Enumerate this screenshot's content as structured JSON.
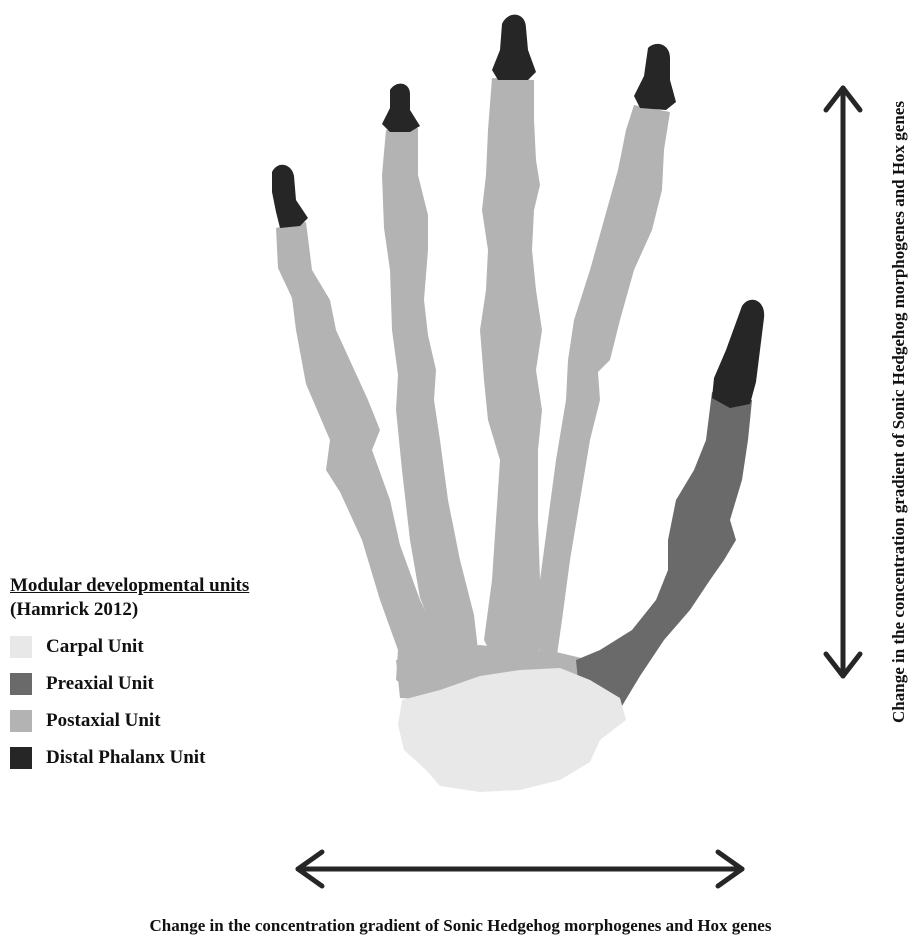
{
  "legend": {
    "title": "Modular developmental units",
    "subtitle": "(Hamrick 2012)",
    "items": [
      {
        "label": "Carpal Unit",
        "color": "#e8e8e8"
      },
      {
        "label": "Preaxial Unit",
        "color": "#6a6a6a"
      },
      {
        "label": "Postaxial Unit",
        "color": "#b3b3b3"
      },
      {
        "label": "Distal Phalanx Unit",
        "color": "#262626"
      }
    ]
  },
  "captions": {
    "horizontal": "Change in the concentration gradient of Sonic Hedgehog morphogenes and Hox genes",
    "vertical": "Change in the concentration gradient of Sonic Hedgehog morphogenes and Hox genes"
  },
  "colors": {
    "carpal": "#e8e8e8",
    "preaxial": "#6a6a6a",
    "postaxial": "#b3b3b3",
    "distal": "#262626",
    "arrow": "#262626"
  }
}
